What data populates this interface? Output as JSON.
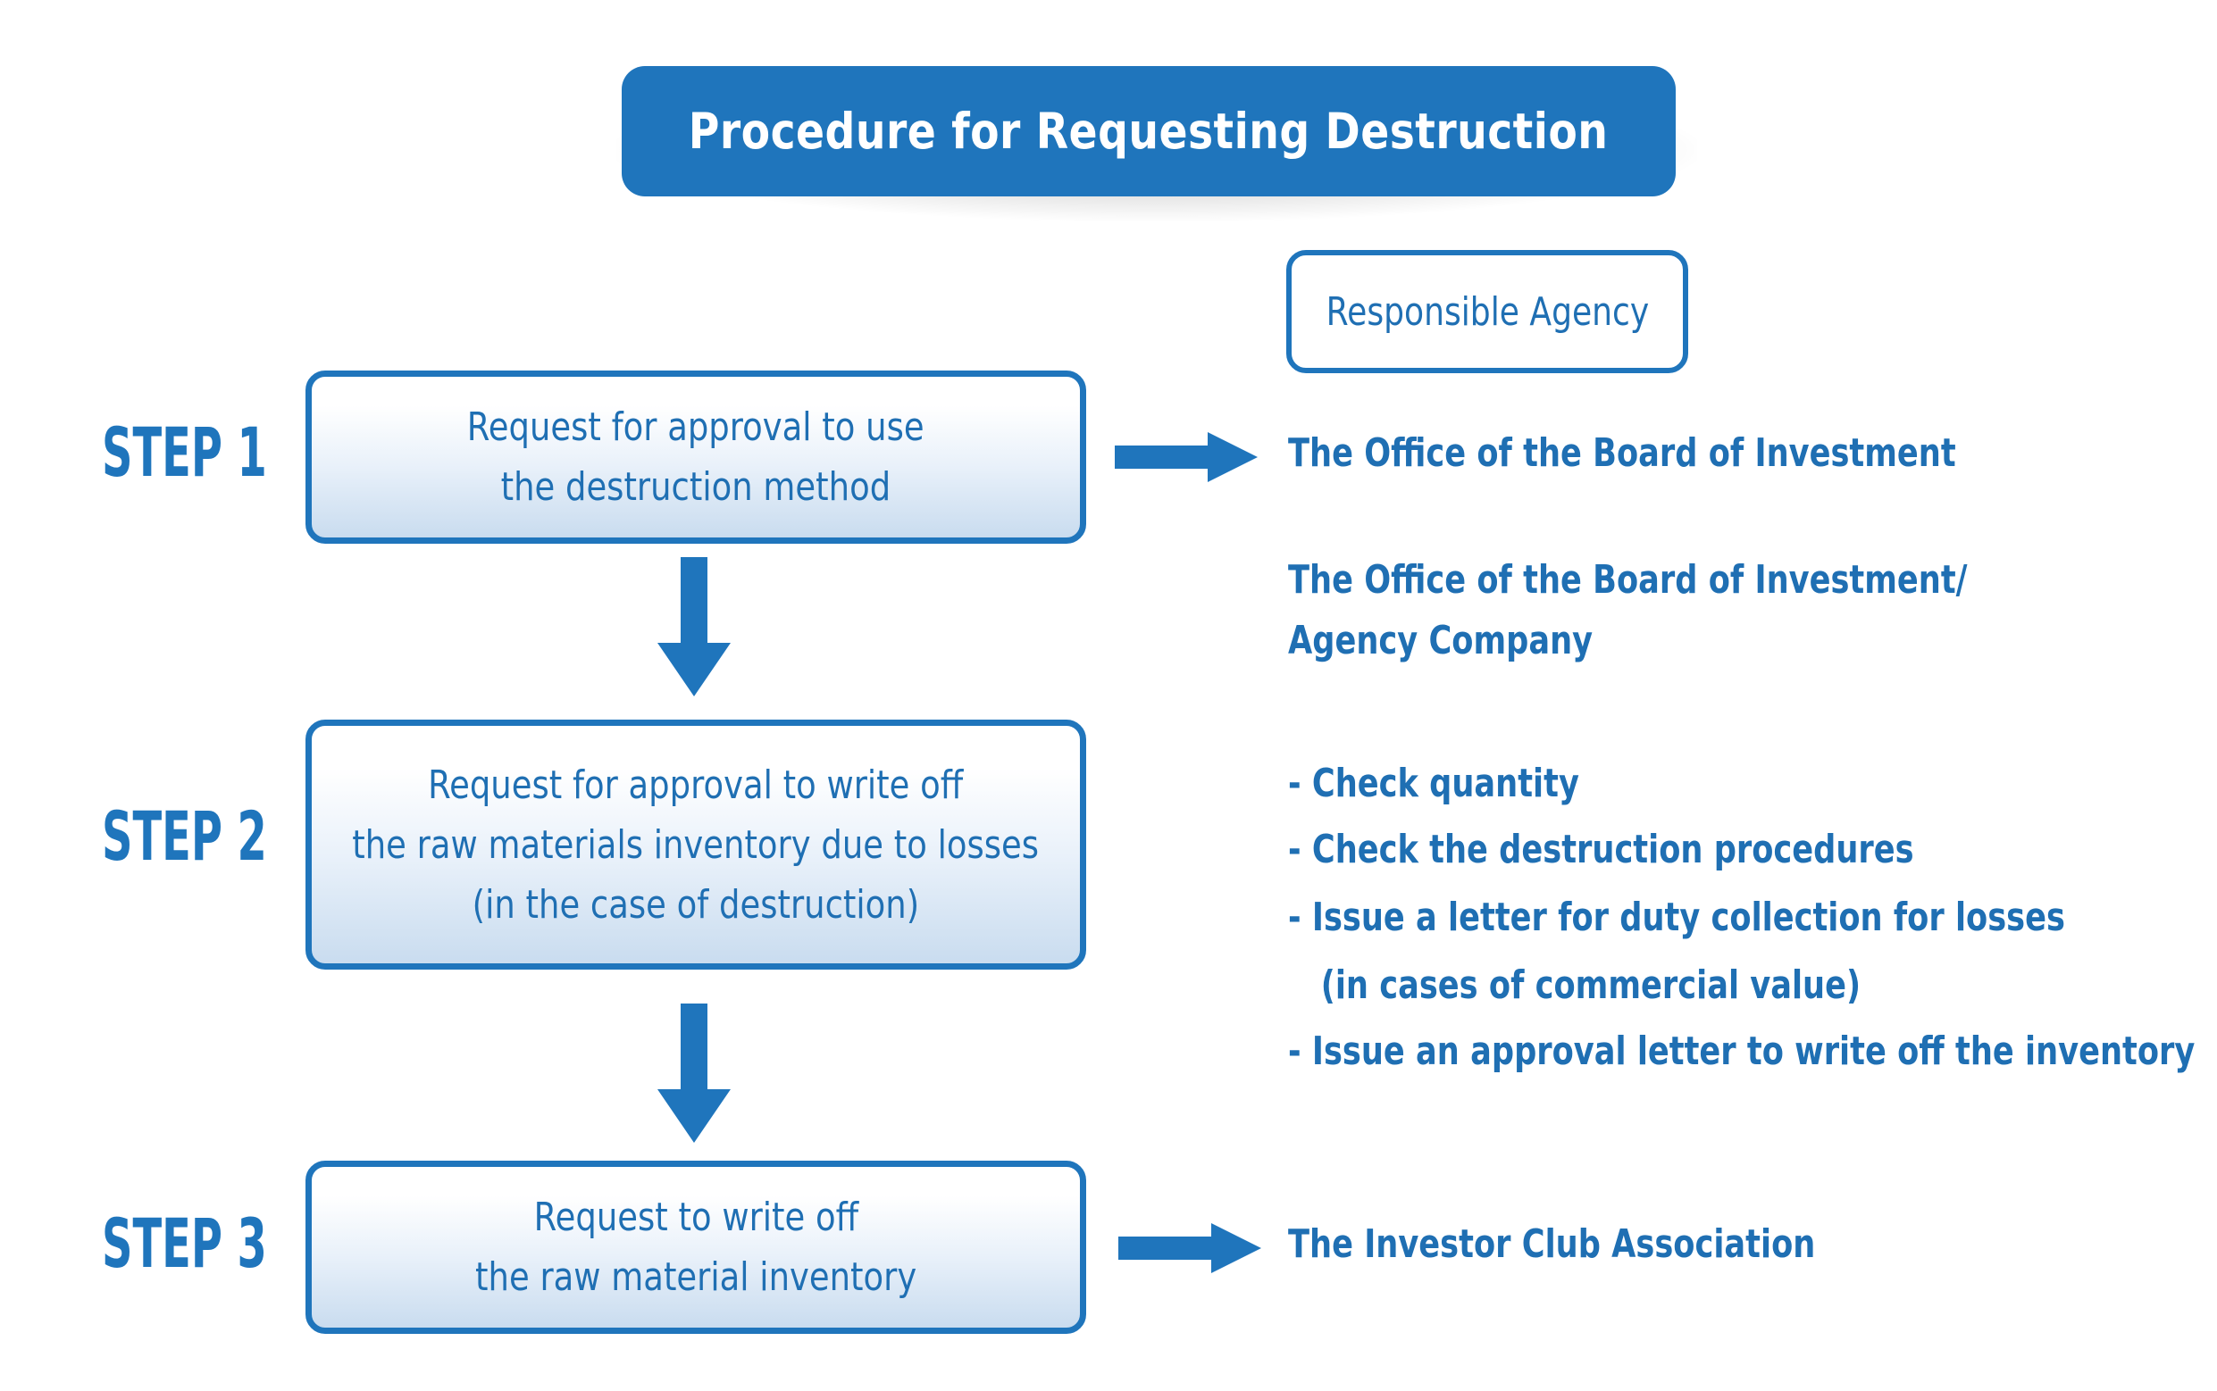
{
  "title": "Procedure for Requesting Destruction",
  "agency_header": "Responsible Agency",
  "steps": [
    {
      "label": "STEP 1",
      "lines": [
        "Request for approval to use",
        "the destruction method"
      ]
    },
    {
      "label": "STEP 2",
      "lines": [
        "Request for approval to write off",
        "the raw materials inventory due to losses",
        "(in the case of destruction)"
      ]
    },
    {
      "label": "STEP 3",
      "lines": [
        "Request to write off",
        "the raw material inventory"
      ]
    }
  ],
  "agencies": {
    "step1": "The Office of the Board of Investment",
    "step2_heading": [
      "The Office of the Board of Investment/",
      "Agency Company"
    ],
    "step2_items": [
      "- Check quantity",
      "- Check the destruction procedures",
      "- Issue a letter for duty collection for losses",
      "   (in cases of commercial value)",
      "- Issue an approval letter to write off the inventory"
    ],
    "step3": "The Investor Club Association"
  },
  "colors": {
    "primary": "#1f75bc",
    "text": "#1f6fb3"
  }
}
